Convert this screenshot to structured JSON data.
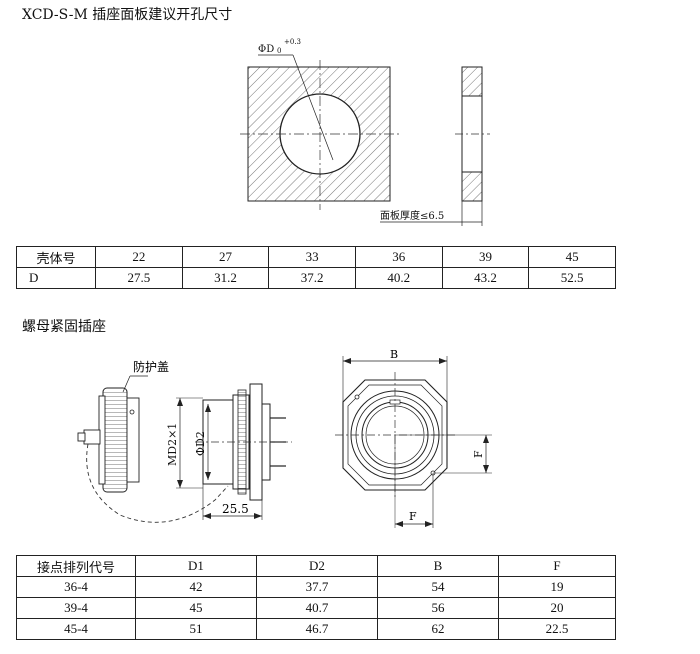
{
  "section1": {
    "title": "XCD-S-M 插座面板建议开孔尺寸",
    "drawing": {
      "diameter_label": "ΦD",
      "tolerance": "+0.3",
      "tolerance_base": "0",
      "thickness_note": "面板厚度≤6.5"
    },
    "table": {
      "row_labels": [
        "壳体号",
        "D"
      ],
      "shell_sizes": [
        "22",
        "27",
        "33",
        "36",
        "39",
        "45"
      ],
      "d_values": [
        "27.5",
        "31.2",
        "37.2",
        "40.2",
        "43.2",
        "52.5"
      ]
    }
  },
  "section2": {
    "title": "螺母紧固插座",
    "drawing": {
      "cap_label": "防护盖",
      "md2_label": "MD2×1",
      "d2_label": "ΦD2",
      "length_label": "25.5",
      "b_label": "B",
      "f_label_side": "F",
      "f_label_bottom": "F"
    },
    "table": {
      "headers": [
        "接点排列代号",
        "D1",
        "D2",
        "B",
        "F"
      ],
      "rows": [
        [
          "36-4",
          "42",
          "37.7",
          "54",
          "19"
        ],
        [
          "39-4",
          "45",
          "40.7",
          "56",
          "20"
        ],
        [
          "45-4",
          "51",
          "46.7",
          "62",
          "22.5"
        ]
      ]
    }
  }
}
